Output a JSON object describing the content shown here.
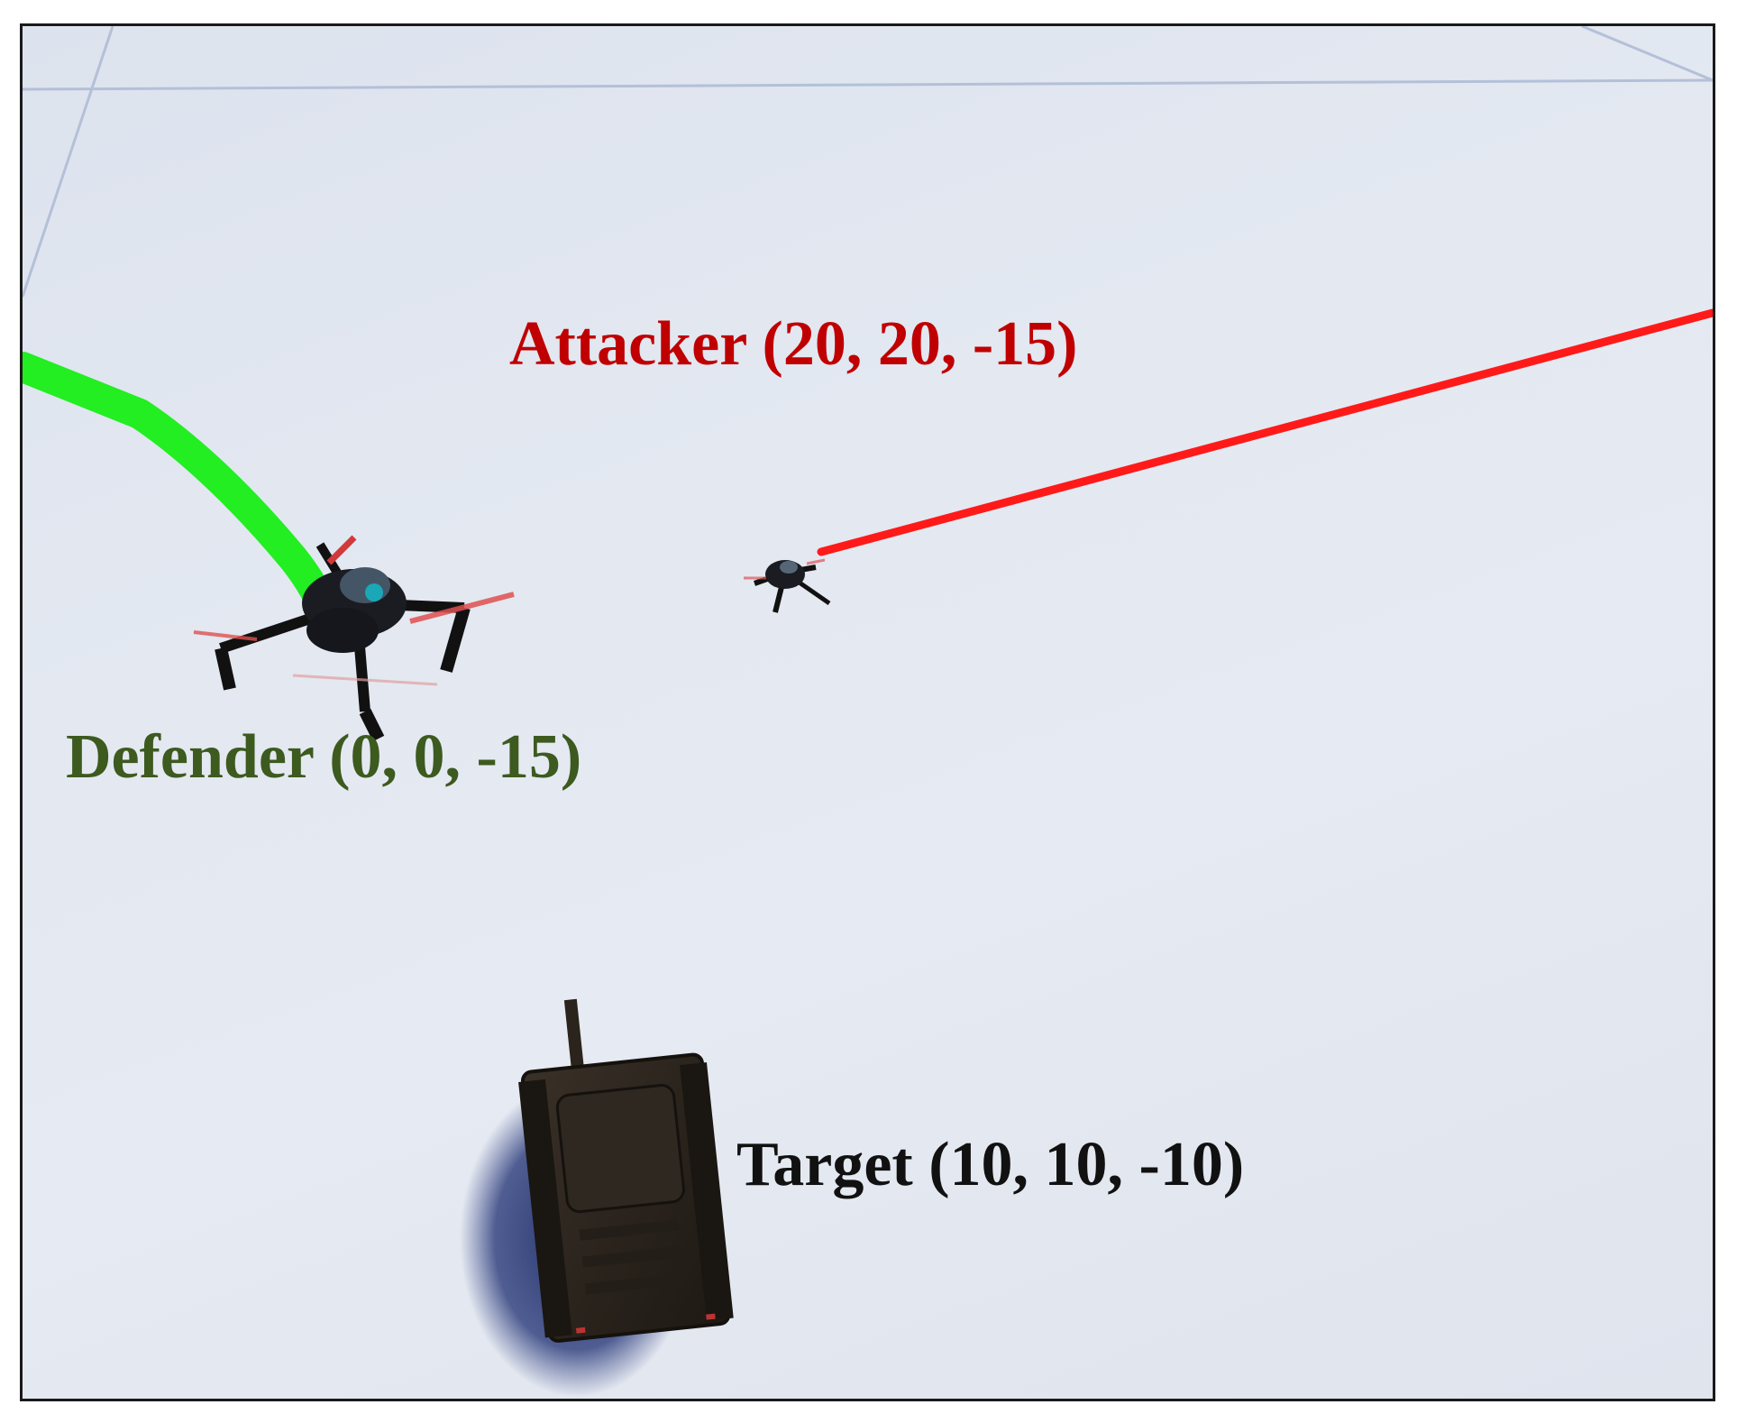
{
  "labels": {
    "attacker": "Attacker (20, 20, -15)",
    "defender": "Defender (0, 0, -15)",
    "target": "Target (10, 10, -10)"
  },
  "colors": {
    "attacker": "#c00000",
    "defender": "#3d5a1f",
    "target": "#111111",
    "defender_trail": "#22ee22",
    "attacker_trail": "#ff1a1a",
    "ground": "#e3e8f1",
    "grid_line": "#aab8d4"
  },
  "icons": {
    "defender": "quadcopter-drone-icon",
    "attacker": "quadcopter-drone-icon",
    "target": "tank-icon"
  }
}
